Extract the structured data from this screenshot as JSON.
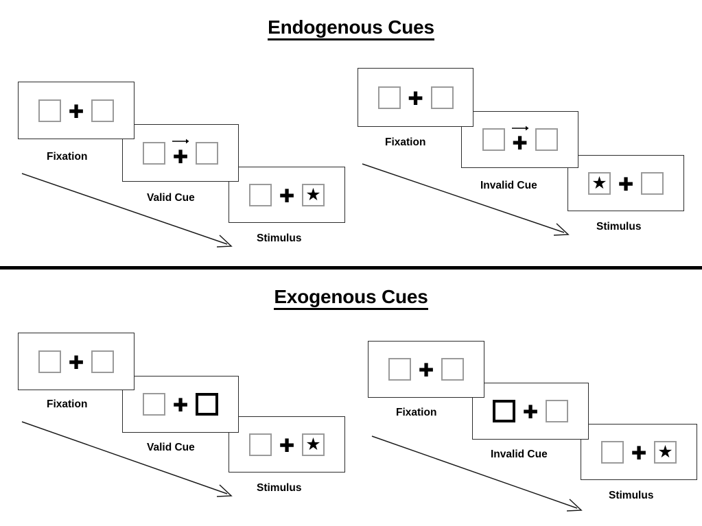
{
  "figure": {
    "sections": [
      {
        "id": "endogenous",
        "title": "Endogenous Cues",
        "groups": [
          {
            "id": "endogenous-valid",
            "cue_label": "Valid Cue",
            "frames": [
              {
                "stage": "Fixation",
                "caption": "Fixation",
                "left_box": "empty",
                "right_box": "empty",
                "center": "plus",
                "arrow": "none"
              },
              {
                "stage": "Cue",
                "caption": "Valid Cue",
                "left_box": "empty",
                "right_box": "empty",
                "center": "plus",
                "arrow": "right"
              },
              {
                "stage": "Stimulus",
                "caption": "Stimulus",
                "left_box": "empty",
                "right_box": "star",
                "center": "plus",
                "arrow": "none"
              }
            ],
            "flow_arrow": "diagonal-down-right"
          },
          {
            "id": "endogenous-invalid",
            "cue_label": "Invalid Cue",
            "frames": [
              {
                "stage": "Fixation",
                "caption": "Fixation",
                "left_box": "empty",
                "right_box": "empty",
                "center": "plus",
                "arrow": "none"
              },
              {
                "stage": "Cue",
                "caption": "Invalid Cue",
                "left_box": "empty",
                "right_box": "empty",
                "center": "plus",
                "arrow": "right"
              },
              {
                "stage": "Stimulus",
                "caption": "Stimulus",
                "left_box": "star",
                "right_box": "empty",
                "center": "plus",
                "arrow": "none"
              }
            ],
            "flow_arrow": "diagonal-down-right"
          }
        ]
      },
      {
        "id": "exogenous",
        "title": "Exogenous Cues",
        "groups": [
          {
            "id": "exogenous-valid",
            "cue_label": "Valid Cue",
            "frames": [
              {
                "stage": "Fixation",
                "caption": "Fixation",
                "left_box": "empty",
                "right_box": "empty",
                "center": "plus",
                "arrow": "none"
              },
              {
                "stage": "Cue",
                "caption": "Valid Cue",
                "left_box": "empty",
                "right_box": "highlighted",
                "center": "plus",
                "arrow": "none"
              },
              {
                "stage": "Stimulus",
                "caption": "Stimulus",
                "left_box": "empty",
                "right_box": "star",
                "center": "plus",
                "arrow": "none"
              }
            ],
            "flow_arrow": "diagonal-down-right"
          },
          {
            "id": "exogenous-invalid",
            "cue_label": "Invalid Cue",
            "frames": [
              {
                "stage": "Fixation",
                "caption": "Fixation",
                "left_box": "empty",
                "right_box": "empty",
                "center": "plus",
                "arrow": "none"
              },
              {
                "stage": "Cue",
                "caption": "Invalid Cue",
                "left_box": "highlighted",
                "right_box": "empty",
                "center": "plus",
                "arrow": "none"
              },
              {
                "stage": "Stimulus",
                "caption": "Stimulus",
                "left_box": "empty",
                "right_box": "star",
                "center": "plus",
                "arrow": "none"
              }
            ],
            "flow_arrow": "diagonal-down-right"
          }
        ]
      }
    ],
    "glyphs": {
      "plus": "✚",
      "star": "★",
      "arrow_right": "arrow-right-icon"
    },
    "colors": {
      "ink": "#000000",
      "frame_border": "#2b2b2b",
      "box_border": "#9a9a9a",
      "box_border_highlight": "#000000",
      "background": "#ffffff"
    }
  }
}
